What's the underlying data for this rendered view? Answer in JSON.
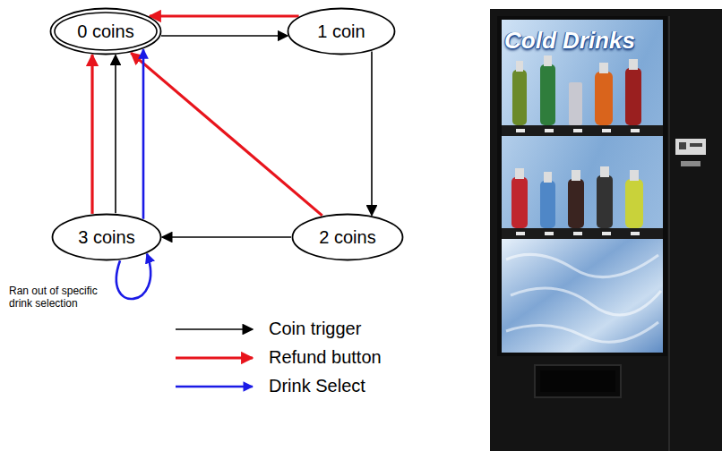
{
  "diagram": {
    "nodes": [
      {
        "text": [
          "0 coins"
        ]
      },
      {
        "text": [
          "1 coin"
        ]
      },
      {
        "text": [
          "3 coins"
        ]
      },
      {
        "text": [
          "2 coins"
        ]
      }
    ],
    "edges": [
      {
        "from": 0,
        "to": 1,
        "arrow": "to"
      },
      {
        "from": 1,
        "to": 0,
        "arrow": "to"
      },
      {
        "from": 1,
        "to": 3,
        "arrow": "to"
      },
      {
        "from": 3,
        "to": 2,
        "arrow": "to"
      },
      {
        "from": 3,
        "to": 0,
        "arrow": "to"
      },
      {
        "from": 2,
        "to": 0,
        "arrow": "to"
      },
      {
        "from": 2,
        "to": 0,
        "arrow": "to"
      },
      {
        "from": 2,
        "to": 0,
        "arrow": "to"
      },
      {
        "from": 2,
        "to": 2,
        "label": "Ran out of specific drink selection",
        "arrow": "to"
      }
    ],
    "labels": [
      "Cold Drinks"
    ],
    "legend": [
      {
        "text": "Coin trigger"
      },
      {
        "text": "Refund button"
      },
      {
        "text": "Drink Select"
      }
    ]
  }
}
